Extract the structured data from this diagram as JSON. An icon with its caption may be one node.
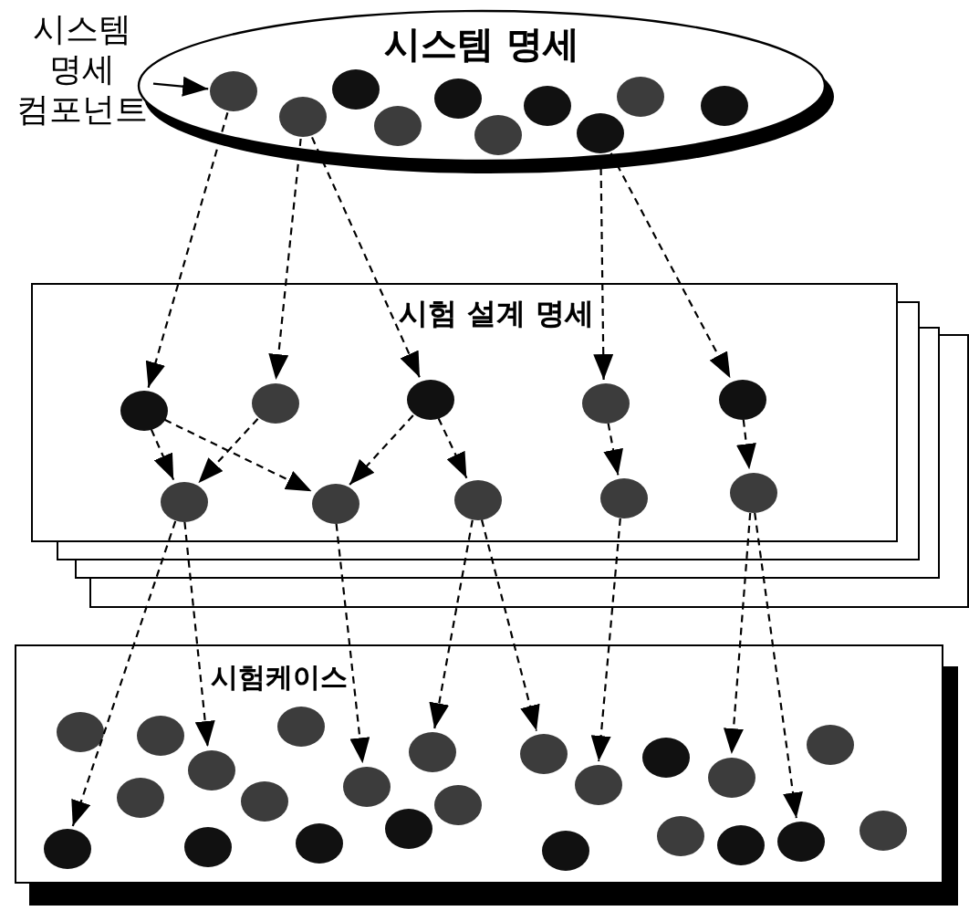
{
  "diagram": {
    "nodes": [
      {
        "text": [
          "시스템 명세 컴포넌트"
        ]
      },
      {
        "text": [
          "시스템 명세"
        ]
      },
      {
        "text": [],
        "shape": "circle",
        "in": 1
      },
      {
        "text": [],
        "shape": "circle",
        "in": 1
      },
      {
        "text": [],
        "shape": "circle",
        "in": 1
      },
      {
        "text": [],
        "shape": "circle",
        "in": 1
      },
      {
        "text": [],
        "shape": "circle",
        "in": 1
      },
      {
        "text": [],
        "shape": "circle",
        "in": 1
      },
      {
        "text": [],
        "shape": "circle",
        "in": 1
      },
      {
        "text": [],
        "shape": "circle",
        "in": 1
      },
      {
        "text": [],
        "shape": "circle",
        "in": 1
      },
      {
        "text": [],
        "shape": "circle",
        "in": 1
      },
      {
        "text": [
          "시험 설계 명세"
        ]
      },
      {
        "text": [],
        "shape": "circle",
        "in": 12
      },
      {
        "text": [],
        "shape": "circle",
        "in": 12
      },
      {
        "text": [],
        "shape": "circle",
        "in": 12
      },
      {
        "text": [],
        "shape": "circle",
        "in": 12
      },
      {
        "text": [],
        "shape": "circle",
        "in": 12
      },
      {
        "text": [],
        "shape": "circle",
        "in": 12
      },
      {
        "text": [],
        "shape": "circle",
        "in": 12
      },
      {
        "text": [],
        "shape": "circle",
        "in": 12
      },
      {
        "text": [],
        "shape": "circle",
        "in": 12
      },
      {
        "text": [],
        "shape": "circle",
        "in": 12
      },
      {
        "text": [
          "시험케이스"
        ]
      },
      {
        "text": [],
        "shape": "circle",
        "in": 23
      },
      {
        "text": [],
        "shape": "circle",
        "in": 23
      },
      {
        "text": [],
        "shape": "circle",
        "in": 23
      },
      {
        "text": [],
        "shape": "circle",
        "in": 23
      },
      {
        "text": [],
        "shape": "circle",
        "in": 23
      },
      {
        "text": [],
        "shape": "circle",
        "in": 23
      },
      {
        "text": [],
        "shape": "circle",
        "in": 23
      },
      {
        "text": [],
        "shape": "circle",
        "in": 23
      },
      {
        "text": [],
        "shape": "circle",
        "in": 23
      },
      {
        "text": [],
        "shape": "circle",
        "in": 23
      },
      {
        "text": [],
        "shape": "circle",
        "in": 23
      },
      {
        "text": [],
        "shape": "circle",
        "in": 23
      },
      {
        "text": [],
        "shape": "circle",
        "in": 23
      },
      {
        "text": [],
        "shape": "circle",
        "in": 23
      },
      {
        "text": [],
        "shape": "circle",
        "in": 23
      },
      {
        "text": [],
        "shape": "circle",
        "in": 23
      },
      {
        "text": [],
        "shape": "circle",
        "in": 23
      },
      {
        "text": [],
        "shape": "circle",
        "in": 23
      },
      {
        "text": [],
        "shape": "circle",
        "in": 23
      },
      {
        "text": [],
        "shape": "circle",
        "in": 23
      },
      {
        "text": [],
        "shape": "circle",
        "in": 23
      },
      {
        "text": [],
        "shape": "circle",
        "in": 23
      },
      {
        "text": [],
        "shape": "circle",
        "in": 23
      }
    ],
    "edges": [
      {
        "from": 0,
        "to": 2,
        "arrow": "to"
      },
      {
        "from": 2,
        "to": 13,
        "arrow": "to",
        "style": "dashed"
      },
      {
        "from": 3,
        "to": 14,
        "arrow": "to",
        "style": "dashed"
      },
      {
        "from": 3,
        "to": 15,
        "arrow": "to",
        "style": "dashed"
      },
      {
        "from": 9,
        "to": 16,
        "arrow": "to",
        "style": "dashed"
      },
      {
        "from": 9,
        "to": 17,
        "arrow": "to",
        "style": "dashed"
      },
      {
        "from": 13,
        "to": 18,
        "arrow": "to",
        "style": "dashed"
      },
      {
        "from": 13,
        "to": 19,
        "arrow": "to",
        "style": "dashed"
      },
      {
        "from": 14,
        "to": 18,
        "arrow": "to",
        "style": "dashed"
      },
      {
        "from": 15,
        "to": 19,
        "arrow": "to",
        "style": "dashed"
      },
      {
        "from": 15,
        "to": 20,
        "arrow": "to",
        "style": "dashed"
      },
      {
        "from": 16,
        "to": 21,
        "arrow": "to",
        "style": "dashed"
      },
      {
        "from": 17,
        "to": 22,
        "arrow": "to",
        "style": "dashed"
      },
      {
        "from": 18,
        "to": 24,
        "arrow": "to",
        "style": "dashed"
      },
      {
        "from": 18,
        "to": 29,
        "arrow": "to",
        "style": "dashed"
      },
      {
        "from": 19,
        "to": 33,
        "arrow": "to",
        "style": "dashed"
      },
      {
        "from": 20,
        "to": 35,
        "arrow": "to",
        "style": "dashed"
      },
      {
        "from": 20,
        "to": 37,
        "arrow": "to",
        "style": "dashed"
      },
      {
        "from": 21,
        "to": 39,
        "arrow": "to",
        "style": "dashed"
      },
      {
        "from": 22,
        "to": 42,
        "arrow": "to",
        "style": "dashed"
      },
      {
        "from": 22,
        "to": 44,
        "arrow": "to",
        "style": "dashed"
      }
    ]
  }
}
